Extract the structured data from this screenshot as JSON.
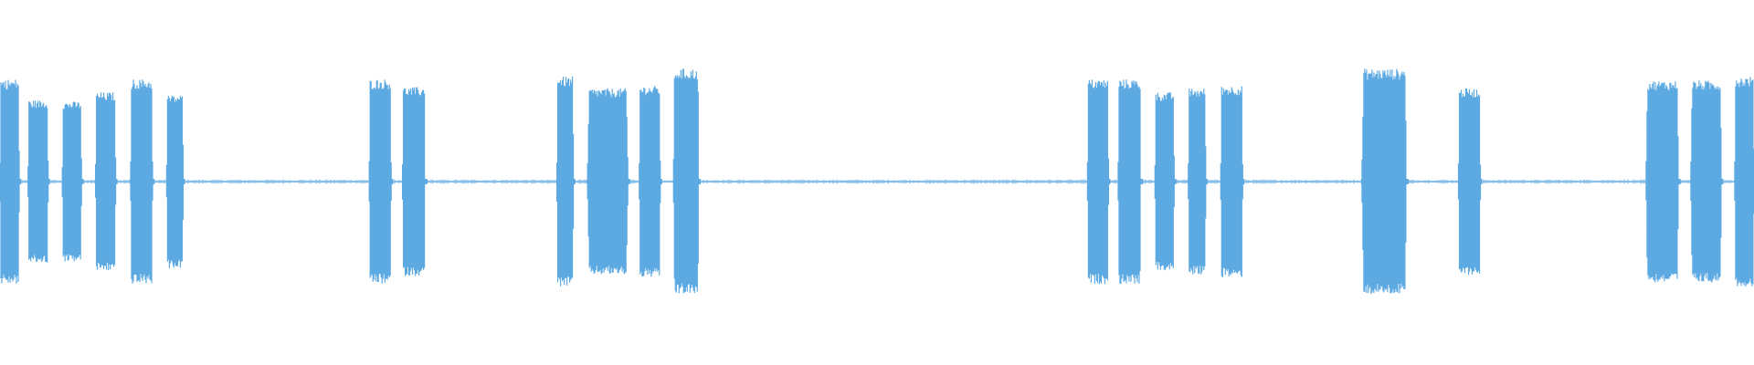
{
  "waveform": {
    "color": "#5DAAE3",
    "background": "#FFFFFF",
    "baseline_color": "#5DAAE3",
    "bursts": [
      {
        "start": 0.0,
        "end": 0.011,
        "amp": 0.78
      },
      {
        "start": 0.016,
        "end": 0.0275,
        "amp": 0.62
      },
      {
        "start": 0.0355,
        "end": 0.0465,
        "amp": 0.61
      },
      {
        "start": 0.0545,
        "end": 0.066,
        "amp": 0.68
      },
      {
        "start": 0.0745,
        "end": 0.087,
        "amp": 0.78
      },
      {
        "start": 0.095,
        "end": 0.1045,
        "amp": 0.66
      },
      {
        "start": 0.2105,
        "end": 0.223,
        "amp": 0.78
      },
      {
        "start": 0.2295,
        "end": 0.2425,
        "amp": 0.72
      },
      {
        "start": 0.3175,
        "end": 0.327,
        "amp": 0.8
      },
      {
        "start": 0.335,
        "end": 0.358,
        "amp": 0.71
      },
      {
        "start": 0.3645,
        "end": 0.3765,
        "amp": 0.73
      },
      {
        "start": 0.384,
        "end": 0.3985,
        "amp": 0.86
      },
      {
        "start": 0.62,
        "end": 0.632,
        "amp": 0.78
      },
      {
        "start": 0.6375,
        "end": 0.6505,
        "amp": 0.78
      },
      {
        "start": 0.6585,
        "end": 0.6695,
        "amp": 0.68
      },
      {
        "start": 0.6775,
        "end": 0.6875,
        "amp": 0.71
      },
      {
        "start": 0.696,
        "end": 0.7085,
        "amp": 0.73
      },
      {
        "start": 0.7765,
        "end": 0.802,
        "amp": 0.86
      },
      {
        "start": 0.8315,
        "end": 0.844,
        "amp": 0.71
      },
      {
        "start": 0.9385,
        "end": 0.957,
        "amp": 0.77
      },
      {
        "start": 0.964,
        "end": 0.9815,
        "amp": 0.77
      },
      {
        "start": 0.989,
        "end": 1.0,
        "amp": 0.8
      }
    ],
    "noise_amplitude": 0.012
  }
}
